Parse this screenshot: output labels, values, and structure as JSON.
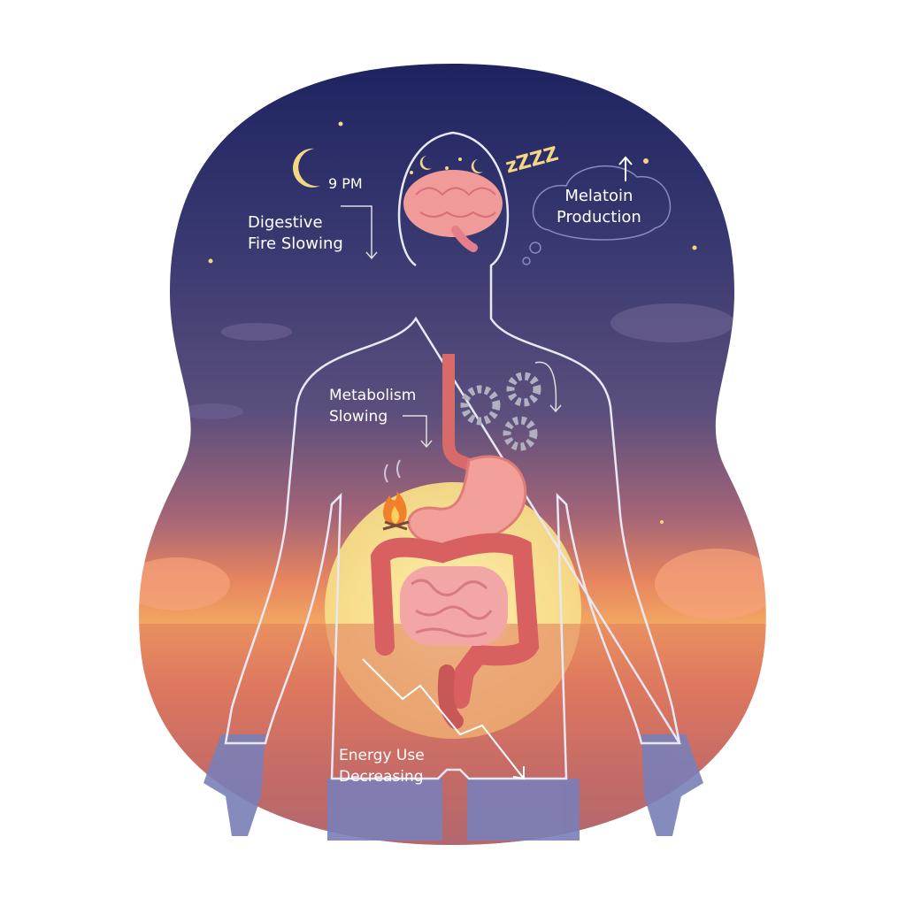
{
  "labels": {
    "time": "9 PM",
    "digestive_line1": "Digestive",
    "digestive_line2": "Fire Slowing",
    "melatonin_line1": "Melatoin",
    "melatonin_line2": "Production",
    "metabolism_line1": "Metabolism",
    "metabolism_line2": "Slowing",
    "energy_line1": "Energy Use",
    "energy_line2": "Decreasing",
    "sleep_symbol": "zZZZ"
  },
  "icons": [
    "moon-icon",
    "brain-icon",
    "thought-cloud-icon",
    "gears-icon",
    "stomach-icon",
    "intestines-icon",
    "fire-icon",
    "sun-icon",
    "down-arrow-icon",
    "up-arrow-icon",
    "trend-down-arrow-icon"
  ],
  "colors": {
    "sky_top": "#1e2360",
    "sky_mid": "#4d4a7c",
    "sunset": "#ee8a5c",
    "organ": "#e8837a",
    "moon": "#f3d784",
    "outline": "#e8e8f4"
  }
}
